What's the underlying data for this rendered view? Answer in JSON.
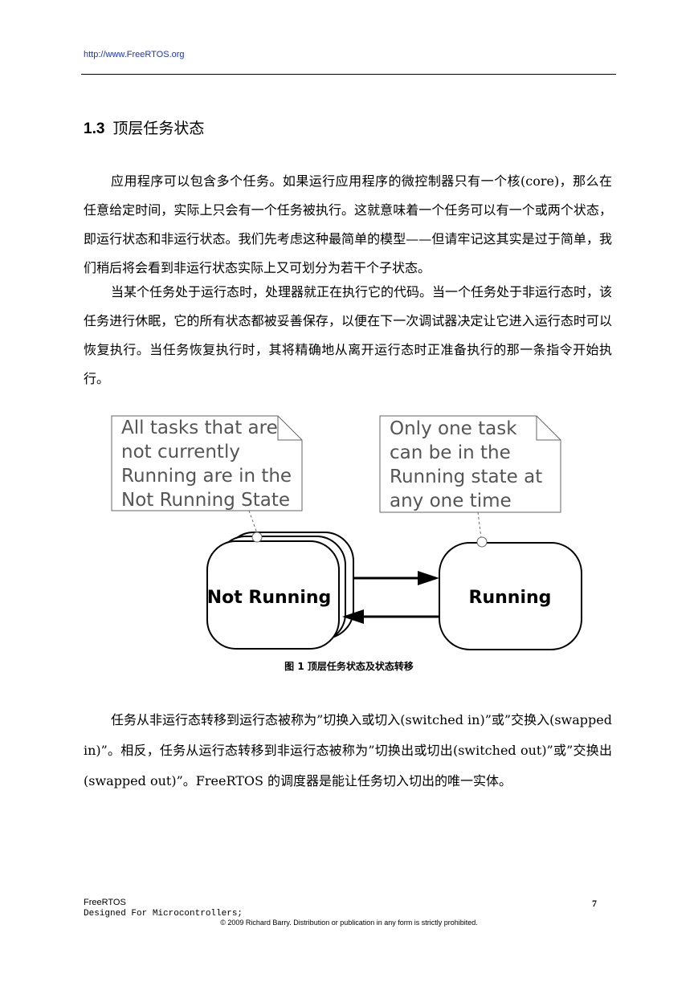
{
  "header": {
    "url": "http://www.FreeRTOS.org"
  },
  "section": {
    "number": "1.3",
    "title": "顶层任务状态"
  },
  "paragraphs": [
    "应用程序可以包含多个任务。如果运行应用程序的微控制器只有一个核(core)，那么在任意给定时间，实际上只会有一个任务被执行。这就意味着一个任务可以有一个或两个状态，即运行状态和非运行状态。我们先考虑这种最简单的模型——但请牢记这其实是过于简单，我们稍后将会看到非运行状态实际上又可划分为若干个子状态。",
    "当某个任务处于运行态时，处理器就正在执行它的代码。当一个任务处于非运行态时，该任务进行休眠，它的所有状态都被妥善保存，以便在下一次调试器决定让它进入运行态时可以恢复执行。当任务恢复执行时，其将精确地从离开运行态时正准备执行的那一条指令开始执行。",
    "任务从非运行态转移到运行态被称为”切换入或切入(switched in)”或”交换入(swapped in)”。相反，任务从运行态转移到非运行态被称为”切换出或切出(switched out)”或”交换出(swapped out)”。FreeRTOS 的调度器是能让任务切入切出的唯一实体。"
  ],
  "figure": {
    "note_left": [
      "All tasks that are",
      "not currently",
      "Running are in the",
      "Not Running State"
    ],
    "note_right": [
      "Only one task",
      "can be in the",
      "Running state at",
      "any one time"
    ],
    "state_not_running": "Not Running",
    "state_running": "Running",
    "caption": "图 1    顶层任务状态及状态转移"
  },
  "footer": {
    "brand": "FreeRTOS",
    "tagline": "Designed For Microcontrollers;",
    "page": "7",
    "copyright": "© 2009 Richard Barry. Distribution or publication in any form is strictly prohibited."
  }
}
